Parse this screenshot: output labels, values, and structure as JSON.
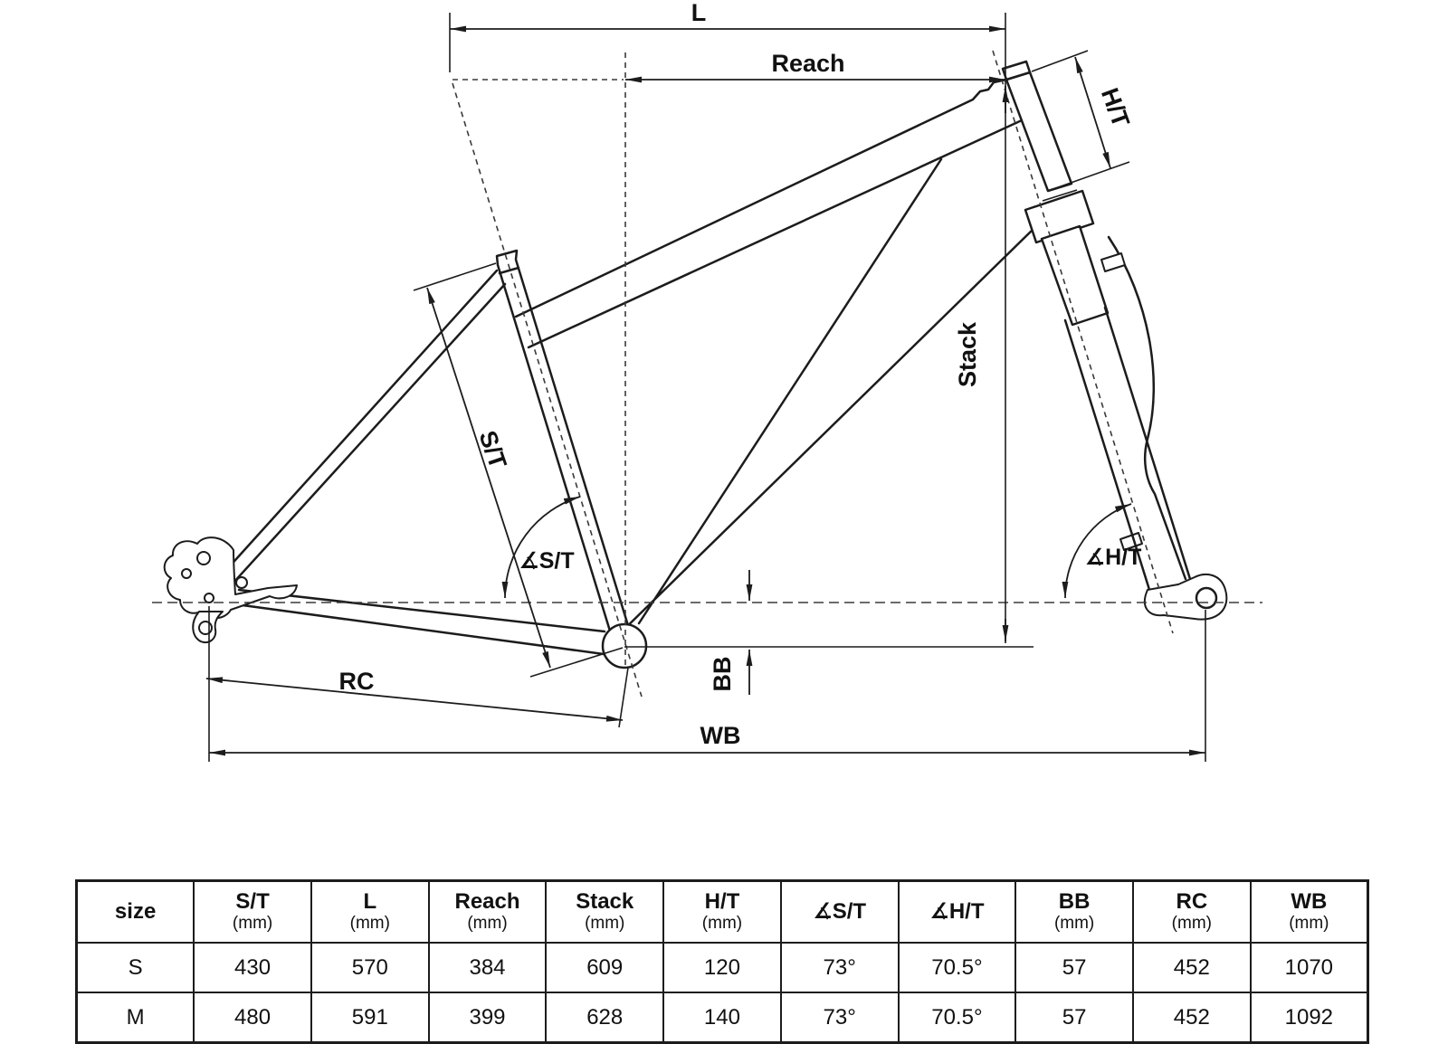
{
  "diagram": {
    "labels": {
      "l": "L",
      "reach": "Reach",
      "stack": "Stack",
      "ht": "H/T",
      "st": "S/T",
      "angle_st": "∡S/T",
      "angle_ht": "∡H/T",
      "bb": "BB",
      "rc": "RC",
      "wb": "WB"
    }
  },
  "table": {
    "columns": [
      {
        "label": "size",
        "sub": ""
      },
      {
        "label": "S/T",
        "sub": "(mm)"
      },
      {
        "label": "L",
        "sub": "(mm)"
      },
      {
        "label": "Reach",
        "sub": "(mm)"
      },
      {
        "label": "Stack",
        "sub": "(mm)"
      },
      {
        "label": "H/T",
        "sub": "(mm)"
      },
      {
        "label": "∡S/T",
        "sub": ""
      },
      {
        "label": "∡H/T",
        "sub": ""
      },
      {
        "label": "BB",
        "sub": "(mm)"
      },
      {
        "label": "RC",
        "sub": "(mm)"
      },
      {
        "label": "WB",
        "sub": "(mm)"
      }
    ],
    "rows": [
      [
        "S",
        "430",
        "570",
        "384",
        "609",
        "120",
        "73°",
        "70.5°",
        "57",
        "452",
        "1070"
      ],
      [
        "M",
        "480",
        "591",
        "399",
        "628",
        "140",
        "73°",
        "70.5°",
        "57",
        "452",
        "1092"
      ]
    ]
  },
  "colors": {
    "line": "#1c1c1c",
    "background": "#ffffff"
  }
}
